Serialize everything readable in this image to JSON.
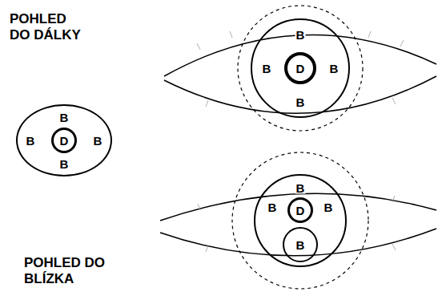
{
  "diagram": {
    "nodes": [
      {
        "text": [
          "B",
          "B",
          "B",
          "B"
        ]
      },
      {
        "text": [
          "D"
        ],
        "in": 0
      },
      {
        "text": [
          "B",
          "B",
          "B",
          "B"
        ]
      },
      {
        "text": [
          "D"
        ],
        "in": 2
      },
      {
        "text": [
          "B",
          "B",
          "B"
        ]
      },
      {
        "text": [
          "D"
        ],
        "in": 4
      },
      {
        "text": [
          "B"
        ],
        "in": 4
      }
    ],
    "labels": [
      "POHLED DO DÁLKY",
      "POHLED DO BLÍZKA"
    ]
  }
}
